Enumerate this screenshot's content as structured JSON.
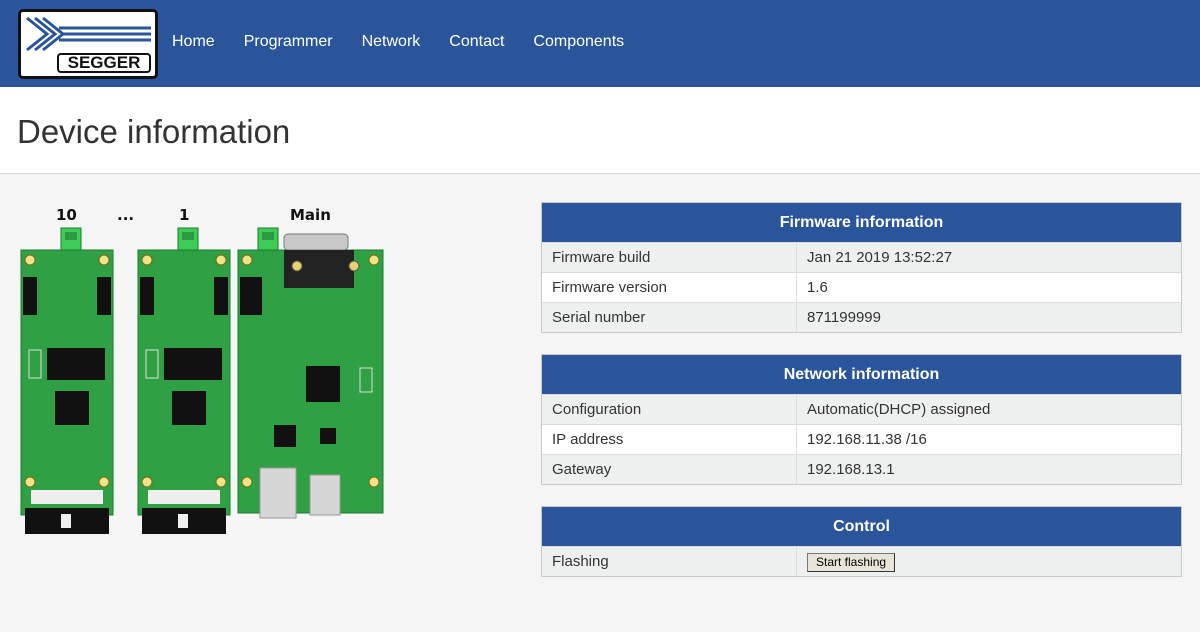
{
  "brand": {
    "logo_text": "SEGGER"
  },
  "nav": [
    {
      "label": "Home"
    },
    {
      "label": "Programmer"
    },
    {
      "label": "Network"
    },
    {
      "label": "Contact"
    },
    {
      "label": "Components"
    }
  ],
  "page_title": "Device information",
  "boards": {
    "labels": [
      "10",
      "...",
      "1",
      "Main"
    ]
  },
  "firmware": {
    "title": "Firmware information",
    "rows": [
      {
        "key": "Firmware build",
        "value": "Jan 21 2019 13:52:27"
      },
      {
        "key": "Firmware version",
        "value": "1.6"
      },
      {
        "key": "Serial number",
        "value": "871199999"
      }
    ]
  },
  "network": {
    "title": "Network information",
    "rows": [
      {
        "key": "Configuration",
        "value": "Automatic(DHCP) assigned"
      },
      {
        "key": "IP address",
        "value": "192.168.11.38 /16"
      },
      {
        "key": "Gateway",
        "value": "192.168.13.1"
      }
    ]
  },
  "control": {
    "title": "Control",
    "rows": [
      {
        "key": "Flashing",
        "button": "Start flashing"
      }
    ]
  },
  "colors": {
    "brand_blue": "#2a559a",
    "board_green": "#2fa043"
  }
}
